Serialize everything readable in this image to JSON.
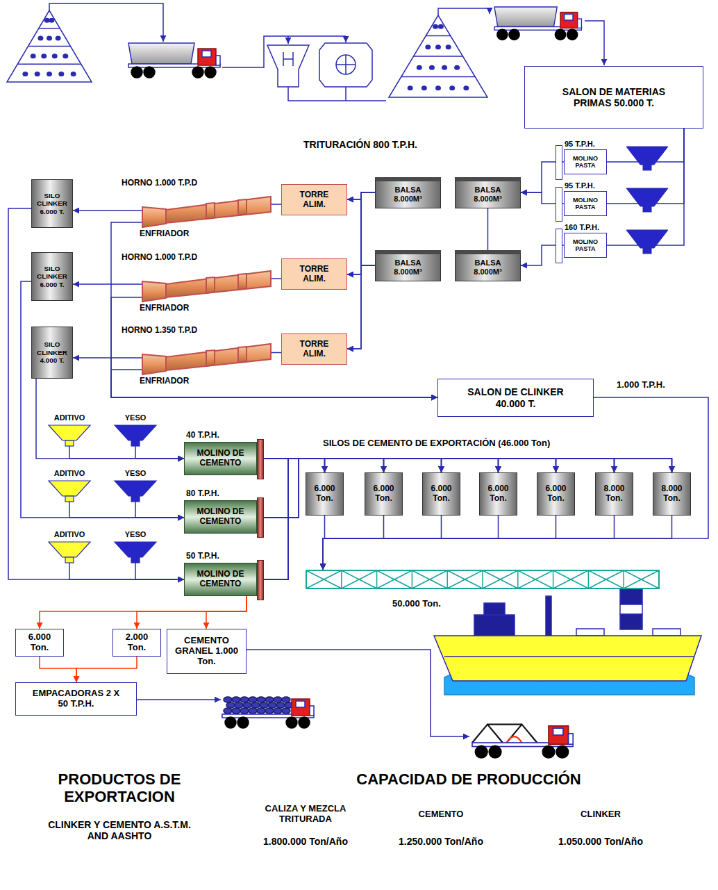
{
  "diagram": {
    "nodes": [
      {
        "text": [
          "SALON DE MATERIAS PRIMAS 50.000 T."
        ]
      },
      {
        "text": [
          "95 T.P.H.",
          "MOLINO PASTA"
        ]
      },
      {
        "text": [
          "95 T.P.H.",
          "MOLINO PASTA"
        ]
      },
      {
        "text": [
          "160 T.P.H.",
          "MOLINO PASTA"
        ]
      },
      {
        "text": [
          "BALSA 8.000M³"
        ]
      },
      {
        "text": [
          "BALSA 8.000M³"
        ]
      },
      {
        "text": [
          "BALSA 8.000M³"
        ]
      },
      {
        "text": [
          "BALSA 8.000M³"
        ]
      },
      {
        "text": [
          "TORRE ALIM."
        ]
      },
      {
        "text": [
          "TORRE ALIM."
        ]
      },
      {
        "text": [
          "TORRE ALIM."
        ]
      },
      {
        "text": [
          "HORNO 1.000 T.P.D",
          "ENFRIADOR"
        ]
      },
      {
        "text": [
          "HORNO 1.000 T.P.D",
          "ENFRIADOR"
        ]
      },
      {
        "text": [
          "HORNO 1.350 T.P.D",
          "ENFRIADOR"
        ]
      },
      {
        "text": [
          "SILO CLINKER 6.000 T."
        ]
      },
      {
        "text": [
          "SILO CLINKER 6.000 T."
        ]
      },
      {
        "text": [
          "SILO CLINKER 4.000 T."
        ]
      },
      {
        "text": [
          "SALON DE CLINKER 40.000 T."
        ]
      },
      {
        "text": [
          "ADITIVO"
        ]
      },
      {
        "text": [
          "YESO"
        ]
      },
      {
        "text": [
          "ADITIVO"
        ]
      },
      {
        "text": [
          "YESO"
        ]
      },
      {
        "text": [
          "ADITIVO"
        ]
      },
      {
        "text": [
          "YESO"
        ]
      },
      {
        "text": [
          "40 T.P.H.",
          "MOLINO DE CEMENTO"
        ]
      },
      {
        "text": [
          "80 T.P.H.",
          "MOLINO DE CEMENTO"
        ]
      },
      {
        "text": [
          "50 T.P.H.",
          "MOLINO DE CEMENTO"
        ]
      },
      {
        "text": [
          "6.000 Ton."
        ]
      },
      {
        "text": [
          "6.000 Ton."
        ]
      },
      {
        "text": [
          "6.000 Ton."
        ]
      },
      {
        "text": [
          "6.000 Ton."
        ]
      },
      {
        "text": [
          "6.000 Ton."
        ]
      },
      {
        "text": [
          "8.000 Ton."
        ]
      },
      {
        "text": [
          "8.000 Ton."
        ]
      },
      {
        "text": [
          "50.000 Ton."
        ]
      },
      {
        "text": [
          "6.000 Ton."
        ]
      },
      {
        "text": [
          "2.000 Ton."
        ]
      },
      {
        "text": [
          "CEMENTO GRANEL 1.000 Ton."
        ]
      },
      {
        "text": [
          "EMPACADORAS 2 X 50 T.P.H."
        ]
      },
      {
        "text": [
          "PRODUCTOS DE EXPORTACION",
          "CLINKER Y CEMENTO A.S.T.M. AND AASHTO"
        ]
      },
      {
        "text": [
          "CAPACIDAD DE PRODUCCIÓN",
          "CALIZA Y MEZCLA TRITURADA",
          "1.800.000 Ton/Año",
          "CEMENTO",
          "1.250.000 Ton/Año",
          "CLINKER",
          "1.050.000 Ton/Año"
        ]
      }
    ],
    "edges": [
      {
        "from": 0,
        "to": 1,
        "arrow": "none"
      },
      {
        "from": 0,
        "to": 2,
        "arrow": "none"
      },
      {
        "from": 0,
        "to": 3,
        "arrow": "none"
      },
      {
        "from": 1,
        "to": 5,
        "arrow": "to"
      },
      {
        "from": 2,
        "to": 5,
        "arrow": "to"
      },
      {
        "from": 3,
        "to": 7,
        "arrow": "to"
      },
      {
        "from": 5,
        "to": 7,
        "arrow": "none"
      },
      {
        "from": 4,
        "to": 8,
        "arrow": "to"
      },
      {
        "from": 4,
        "to": 9,
        "arrow": "to"
      },
      {
        "from": 4,
        "to": 10,
        "arrow": "to"
      },
      {
        "from": 6,
        "to": 8,
        "arrow": "to"
      },
      {
        "from": 6,
        "to": 9,
        "arrow": "to"
      },
      {
        "from": 6,
        "to": 10,
        "arrow": "to"
      },
      {
        "from": 8,
        "to": 11,
        "arrow": "none"
      },
      {
        "from": 9,
        "to": 12,
        "arrow": "none"
      },
      {
        "from": 10,
        "to": 13,
        "arrow": "none"
      },
      {
        "from": 11,
        "to": 14,
        "arrow": "to"
      },
      {
        "from": 12,
        "to": 15,
        "arrow": "to"
      },
      {
        "from": 13,
        "to": 16,
        "arrow": "to"
      },
      {
        "from": 11,
        "to": 17,
        "arrow": "to"
      },
      {
        "from": 12,
        "to": 17,
        "arrow": "to"
      },
      {
        "from": 13,
        "to": 17,
        "arrow": "to"
      },
      {
        "from": 14,
        "to": 26,
        "arrow": "to"
      },
      {
        "from": 15,
        "to": 25,
        "arrow": "to"
      },
      {
        "from": 16,
        "to": 24,
        "arrow": "to"
      },
      {
        "from": 18,
        "to": 24,
        "arrow": "to"
      },
      {
        "from": 19,
        "to": 24,
        "arrow": "to"
      },
      {
        "from": 20,
        "to": 25,
        "arrow": "to"
      },
      {
        "from": 21,
        "to": 25,
        "arrow": "to"
      },
      {
        "from": 22,
        "to": 26,
        "arrow": "to"
      },
      {
        "from": 23,
        "to": 26,
        "arrow": "to"
      },
      {
        "from": 24,
        "to": 27,
        "arrow": "to"
      },
      {
        "from": 24,
        "to": 28,
        "arrow": "to"
      },
      {
        "from": 24,
        "to": 29,
        "arrow": "to"
      },
      {
        "from": 24,
        "to": 30,
        "arrow": "to"
      },
      {
        "from": 24,
        "to": 31,
        "arrow": "to"
      },
      {
        "from": 24,
        "to": 32,
        "arrow": "to"
      },
      {
        "from": 24,
        "to": 33,
        "arrow": "to"
      },
      {
        "from": 25,
        "to": 27,
        "arrow": "to"
      },
      {
        "from": 25,
        "to": 28,
        "arrow": "to"
      },
      {
        "from": 25,
        "to": 29,
        "arrow": "to"
      },
      {
        "from": 25,
        "to": 30,
        "arrow": "to"
      },
      {
        "from": 25,
        "to": 31,
        "arrow": "to"
      },
      {
        "from": 25,
        "to": 32,
        "arrow": "to"
      },
      {
        "from": 25,
        "to": 33,
        "arrow": "to"
      },
      {
        "from": 26,
        "to": 27,
        "arrow": "to"
      },
      {
        "from": 26,
        "to": 28,
        "arrow": "to"
      },
      {
        "from": 26,
        "to": 29,
        "arrow": "to"
      },
      {
        "from": 26,
        "to": 30,
        "arrow": "to"
      },
      {
        "from": 26,
        "to": 31,
        "arrow": "to"
      },
      {
        "from": 26,
        "to": 32,
        "arrow": "to"
      },
      {
        "from": 26,
        "to": 33,
        "arrow": "to"
      },
      {
        "from": 27,
        "to": 34,
        "arrow": "to"
      },
      {
        "from": 28,
        "to": 34,
        "arrow": "to"
      },
      {
        "from": 29,
        "to": 34,
        "arrow": "to"
      },
      {
        "from": 30,
        "to": 34,
        "arrow": "to"
      },
      {
        "from": 31,
        "to": 34,
        "arrow": "to"
      },
      {
        "from": 32,
        "to": 34,
        "arrow": "to"
      },
      {
        "from": 33,
        "to": 34,
        "arrow": "to"
      },
      {
        "from": 17,
        "to": 34,
        "arrow": "to"
      },
      {
        "from": 26,
        "to": 35,
        "arrow": "to"
      },
      {
        "from": 26,
        "to": 36,
        "arrow": "to"
      },
      {
        "from": 26,
        "to": 37,
        "arrow": "to"
      },
      {
        "from": 35,
        "to": 38,
        "arrow": "to"
      },
      {
        "from": 36,
        "to": 38,
        "arrow": "to"
      }
    ],
    "labels": [
      "TRITURACIÓN 800 T.P.H.",
      "1.000 T.P.H.",
      "SILOS DE CEMENTO DE EXPORTACIÓN (46.000 Ton)"
    ]
  }
}
